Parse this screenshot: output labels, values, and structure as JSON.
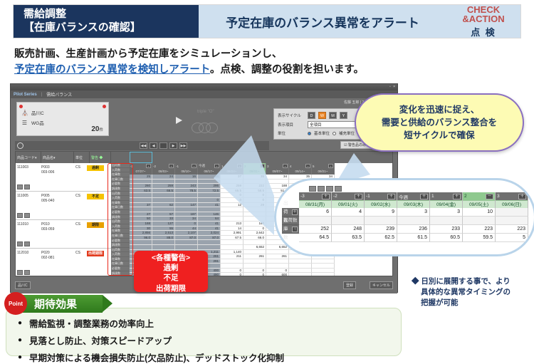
{
  "header": {
    "left_line1": "需給調整",
    "left_line2": "【在庫バランスの確認】",
    "center": "予定在庫のバランス異常をアラート",
    "logo_line1": "CHECK",
    "logo_line2": "&ACTION",
    "logo_line3": "点 検"
  },
  "lead": {
    "line1": "販売計画、生産計画から予定在庫をシミュレーションし、",
    "line2_link": "予定在庫のバランス異常を検知しアラート",
    "line2_rest": "。点検、調整の役割を担います。"
  },
  "app": {
    "brand": "Pilot Series",
    "menu_sep": "|",
    "menu_item": "需給バランス",
    "window_buttons": "▫ ×",
    "user_info": "佐藤 五郎 | 2020年09月30日(水)",
    "infocard": {
      "row1_label": "品川C",
      "row2_label": "WG品",
      "count_value": "20",
      "count_unit": "件"
    },
    "watermark_label": "triple \"O\"",
    "settings": {
      "cycle_label": "表示サイクル",
      "cycle_options": [
        "D",
        "W",
        "M",
        "Y"
      ],
      "cycle_selected": "W",
      "item_label": "表示項目",
      "item_value": "全項目",
      "unit_label": "単位",
      "unit_option1": "基本単位",
      "unit_option2": "補充単位",
      "unit_selected": "基本単位"
    },
    "alert_strip": "☑ 警告品のみ表示 (全 20 件)",
    "footer": {
      "left_button": "品川C",
      "ok_button": "登録",
      "cancel_button": "キャンセル"
    },
    "grid": {
      "headers": {
        "code": "商品コード▾",
        "name": "商品名▾",
        "unit": "単位",
        "unit_sub": "☆▾",
        "warn": "警告 ◆"
      },
      "row_labels": [
        "出荷数",
        "入荷数",
        "在庫数",
        "在庫日数",
        "必要数",
        "調達数"
      ],
      "week_labels": [
        "-3",
        "-2",
        "-1",
        "今週",
        "1",
        "2",
        "3",
        "4",
        "5"
      ],
      "week_dates": [
        "07/27~",
        "08/03~",
        "08/10~",
        "08/17~",
        "08/24~",
        "08/31~",
        "09/07~",
        "09/14~",
        "09/21~"
      ],
      "selected_week_index": 5,
      "rows": [
        {
          "code": "111003",
          "name": "P003",
          "name2": "003-006",
          "unit": "CS",
          "badge": "過剰",
          "badge_color": "yellow",
          "values": [
            [
              "25",
              "24",
              "16",
              "48",
              "37",
              "35",
              "34",
              "35",
              "34"
            ],
            [
              "",
              "",
              "",
              "",
              "",
              "",
              "",
              "",
              ""
            ],
            [
              "260",
              "259",
              "243",
              "295",
              "259",
              "222",
              "188",
              "",
              "120"
            ],
            [
              "63.5",
              "66.5",
              "78.5",
              "72.5",
              "65.5",
              "58.5",
              "51.5",
              "",
              ""
            ],
            [
              "",
              "",
              "",
              "",
              "0",
              "0",
              "0",
              "",
              ""
            ],
            [
              "",
              "",
              "",
              "0",
              "0",
              "0",
              "0",
              "",
              ""
            ]
          ]
        },
        {
          "code": "111005",
          "name": "P005",
          "name2": "005-040",
          "unit": "CS",
          "badge": "不足",
          "badge_color": "yellow",
          "values": [
            [
              "37",
              "62",
              "147",
              "41",
              "12",
              "29",
              "29",
              "29",
              "29"
            ],
            [
              "",
              "",
              "",
              "",
              "",
              "",
              "",
              "",
              ""
            ],
            [
              "27",
              "57",
              "187",
              "146",
              "",
              "",
              "",
              "",
              ""
            ],
            [
              "50",
              "33",
              "34",
              "64",
              "",
              "",
              "",
              "",
              ""
            ],
            [
              "168",
              "127",
              "0",
              "41",
              "213",
              "160",
              "100",
              "",
              ""
            ],
            [
              "30",
              "55",
              "44",
              "41",
              "14",
              "0",
              "0",
              "",
              ""
            ]
          ]
        },
        {
          "code": "111010",
          "name": "P010",
          "name2": "003-059",
          "unit": "CS",
          "badge": "期限",
          "badge_color": "orange",
          "values": [
            [
              "2,856",
              "2,513",
              "2,107",
              "2,024",
              "2,991",
              "2,642",
              "",
              "",
              ""
            ],
            [
              "96.0",
              "88.0",
              "87.0",
              "87.0",
              "67.5",
              "66.0",
              "",
              "",
              ""
            ],
            [
              "",
              "",
              "",
              "",
              "",
              "",
              "",
              "",
              ""
            ],
            [
              "",
              "",
              "",
              "",
              "",
              "6,652",
              "6,652",
              "",
              ""
            ],
            [
              "621",
              "1,171",
              "872",
              "1,211",
              "1,140",
              "",
              "",
              "",
              ""
            ],
            [
              "300",
              "265",
              "241",
              "261",
              "211",
              "261",
              "261",
              "",
              ""
            ]
          ]
        },
        {
          "code": "112010",
          "name": "P020",
          "name2": "002-081",
          "unit": "CS",
          "badge": "出荷期限",
          "badge_color": "red",
          "values": [
            [
              "150",
              "250",
              "290",
              "291",
              "",
              "",
              "",
              "",
              ""
            ],
            [
              "",
              "",
              "",
              "",
              "",
              "",
              "",
              "",
              ""
            ],
            [
              "",
              "",
              "",
              "400",
              "0",
              "0",
              "0",
              "",
              ""
            ],
            [
              "",
              "",
              "",
              "490",
              "0",
              "0",
              "600",
              "",
              ""
            ],
            [
              "",
              "",
              "",
              "740",
              "0",
              "0",
              "600",
              "",
              ""
            ],
            [
              "",
              "",
              "",
              "",
              "",
              "",
              "",
              "",
              ""
            ]
          ]
        }
      ]
    }
  },
  "yellow_callout": {
    "line1": "変化を迅速に捉え、",
    "line2": "需要と供給のバランス整合を",
    "line3": "短サイクルで確保"
  },
  "detail_callout": {
    "top_buttons": [
      "",
      "",
      "",
      ""
    ],
    "week_labels": [
      "-3",
      "-2",
      "-1",
      "今週",
      "1",
      "2",
      "3"
    ],
    "week_buttons": [
      "＋",
      "＋",
      "＋",
      "＋",
      "＋",
      "－",
      "＋"
    ],
    "dates": [
      "08/31(月)",
      "09/01(火)",
      "09/02(水)",
      "09/03(木)",
      "09/04(金)",
      "09/05(土)",
      "09/06(日)"
    ],
    "selected_index": 5,
    "row_labels": [
      "出荷数",
      "入荷数",
      "在庫数"
    ],
    "row_buttons": [
      "＋",
      "",
      "↑"
    ],
    "rows": [
      [
        "6",
        "4",
        "9",
        "3",
        "3",
        "10",
        ""
      ],
      [
        "",
        "",
        "",
        "",
        "",
        "",
        ""
      ],
      [
        "252",
        "248",
        "239",
        "236",
        "233",
        "223",
        "223"
      ],
      [
        "64.5",
        "63.5",
        "62.5",
        "61.5",
        "60.5",
        "59.5",
        "5"
      ]
    ]
  },
  "red_box": {
    "title": "<各種警告>",
    "items": [
      "過剰",
      "不足",
      "出荷期限"
    ]
  },
  "right_annotation": {
    "marker": "◆",
    "line1": "日別に展開する事で、より",
    "line2": "具体的な異常タイミングの",
    "line3": "把握が可能"
  },
  "point_section": {
    "badge": "Point",
    "title": "期待効果",
    "items": [
      "需給監視・調整業務の効率向上",
      "見落とし防止、対策スピードアップ",
      "早期対策による機会損失防止(欠品防止)、デッドストック化抑制"
    ]
  }
}
